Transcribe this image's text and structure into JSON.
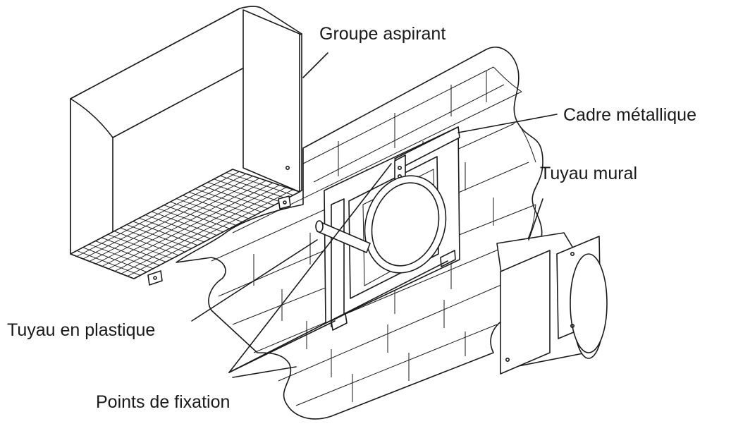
{
  "labels": {
    "groupe_aspirant": "Groupe aspirant",
    "cadre_metallique": "Cadre métallique",
    "tuyau_mural": "Tuyau mural",
    "tuyau_plastique": "Tuyau en plastique",
    "points_fixation": "Points de fixation"
  }
}
